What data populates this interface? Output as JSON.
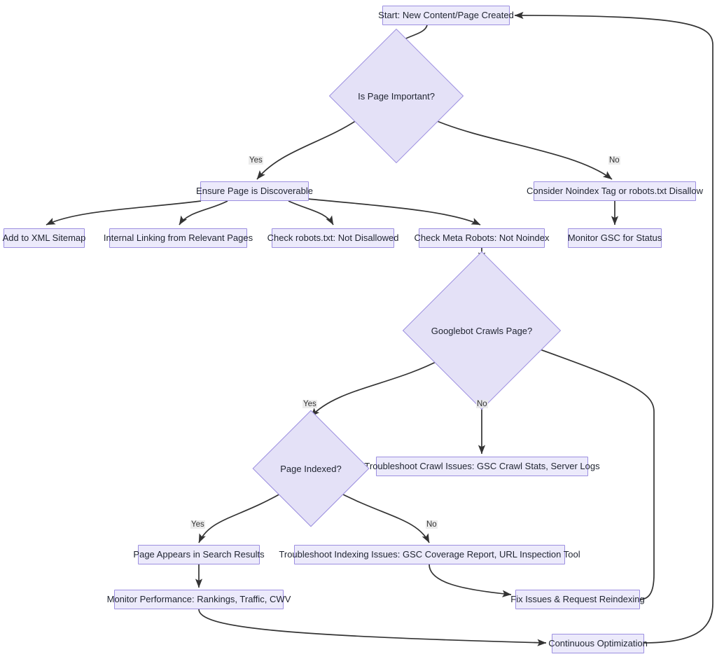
{
  "diagram": {
    "title": "SEO Content Indexing Flowchart",
    "colors": {
      "node_fill": "#ECEAFB",
      "decision_fill": "#E4E1F7",
      "node_border": "#9c8fe0",
      "edge_stroke": "#333333",
      "text": "#1f2430",
      "label_bg": "#E8E8E8"
    },
    "nodes": [
      {
        "id": "start",
        "type": "process",
        "label": "Start: New Content/Page Created"
      },
      {
        "id": "important",
        "type": "decision",
        "label": "Is Page Important?"
      },
      {
        "id": "discoverable",
        "type": "process",
        "label": "Ensure Page is Discoverable"
      },
      {
        "id": "noindex",
        "type": "process",
        "label": "Consider Noindex Tag or robots.txt Disallow"
      },
      {
        "id": "sitemap",
        "type": "process",
        "label": "Add to XML Sitemap"
      },
      {
        "id": "linking",
        "type": "process",
        "label": "Internal Linking from Relevant Pages"
      },
      {
        "id": "robots",
        "type": "process",
        "label": "Check robots.txt: Not Disallowed"
      },
      {
        "id": "meta",
        "type": "process",
        "label": "Check Meta Robots: Not Noindex"
      },
      {
        "id": "gscstatus",
        "type": "process",
        "label": "Monitor GSC for Status"
      },
      {
        "id": "crawls",
        "type": "decision",
        "label": "Googlebot Crawls Page?"
      },
      {
        "id": "crawlissues",
        "type": "process",
        "label": "Troubleshoot Crawl Issues: GSC Crawl Stats, Server Logs"
      },
      {
        "id": "indexed",
        "type": "decision",
        "label": "Page Indexed?"
      },
      {
        "id": "appears",
        "type": "process",
        "label": "Page Appears in Search Results"
      },
      {
        "id": "indexissues",
        "type": "process",
        "label": "Troubleshoot Indexing Issues: GSC Coverage Report, URL Inspection Tool"
      },
      {
        "id": "monitor",
        "type": "process",
        "label": "Monitor Performance: Rankings, Traffic, CWV"
      },
      {
        "id": "fix",
        "type": "process",
        "label": "Fix Issues & Request Reindexing"
      },
      {
        "id": "continuous",
        "type": "process",
        "label": "Continuous Optimization"
      }
    ],
    "edge_labels": {
      "important_yes": "Yes",
      "important_no": "No",
      "crawls_yes": "Yes",
      "crawls_no": "No",
      "indexed_yes": "Yes",
      "indexed_no": "No"
    },
    "edges": [
      {
        "from": "start",
        "to": "important",
        "label": ""
      },
      {
        "from": "important",
        "to": "discoverable",
        "label": "Yes"
      },
      {
        "from": "important",
        "to": "noindex",
        "label": "No"
      },
      {
        "from": "discoverable",
        "to": "sitemap",
        "label": ""
      },
      {
        "from": "discoverable",
        "to": "linking",
        "label": ""
      },
      {
        "from": "discoverable",
        "to": "robots",
        "label": ""
      },
      {
        "from": "discoverable",
        "to": "meta",
        "label": ""
      },
      {
        "from": "noindex",
        "to": "gscstatus",
        "label": ""
      },
      {
        "from": "meta",
        "to": "crawls",
        "label": ""
      },
      {
        "from": "crawls",
        "to": "indexed",
        "label": "Yes"
      },
      {
        "from": "crawls",
        "to": "crawlissues",
        "label": "No"
      },
      {
        "from": "indexed",
        "to": "appears",
        "label": "Yes"
      },
      {
        "from": "indexed",
        "to": "indexissues",
        "label": "No"
      },
      {
        "from": "appears",
        "to": "monitor",
        "label": ""
      },
      {
        "from": "indexissues",
        "to": "fix",
        "label": ""
      },
      {
        "from": "monitor",
        "to": "continuous",
        "label": ""
      },
      {
        "from": "fix",
        "to": "crawls",
        "label": ""
      },
      {
        "from": "continuous",
        "to": "start",
        "label": ""
      }
    ]
  }
}
